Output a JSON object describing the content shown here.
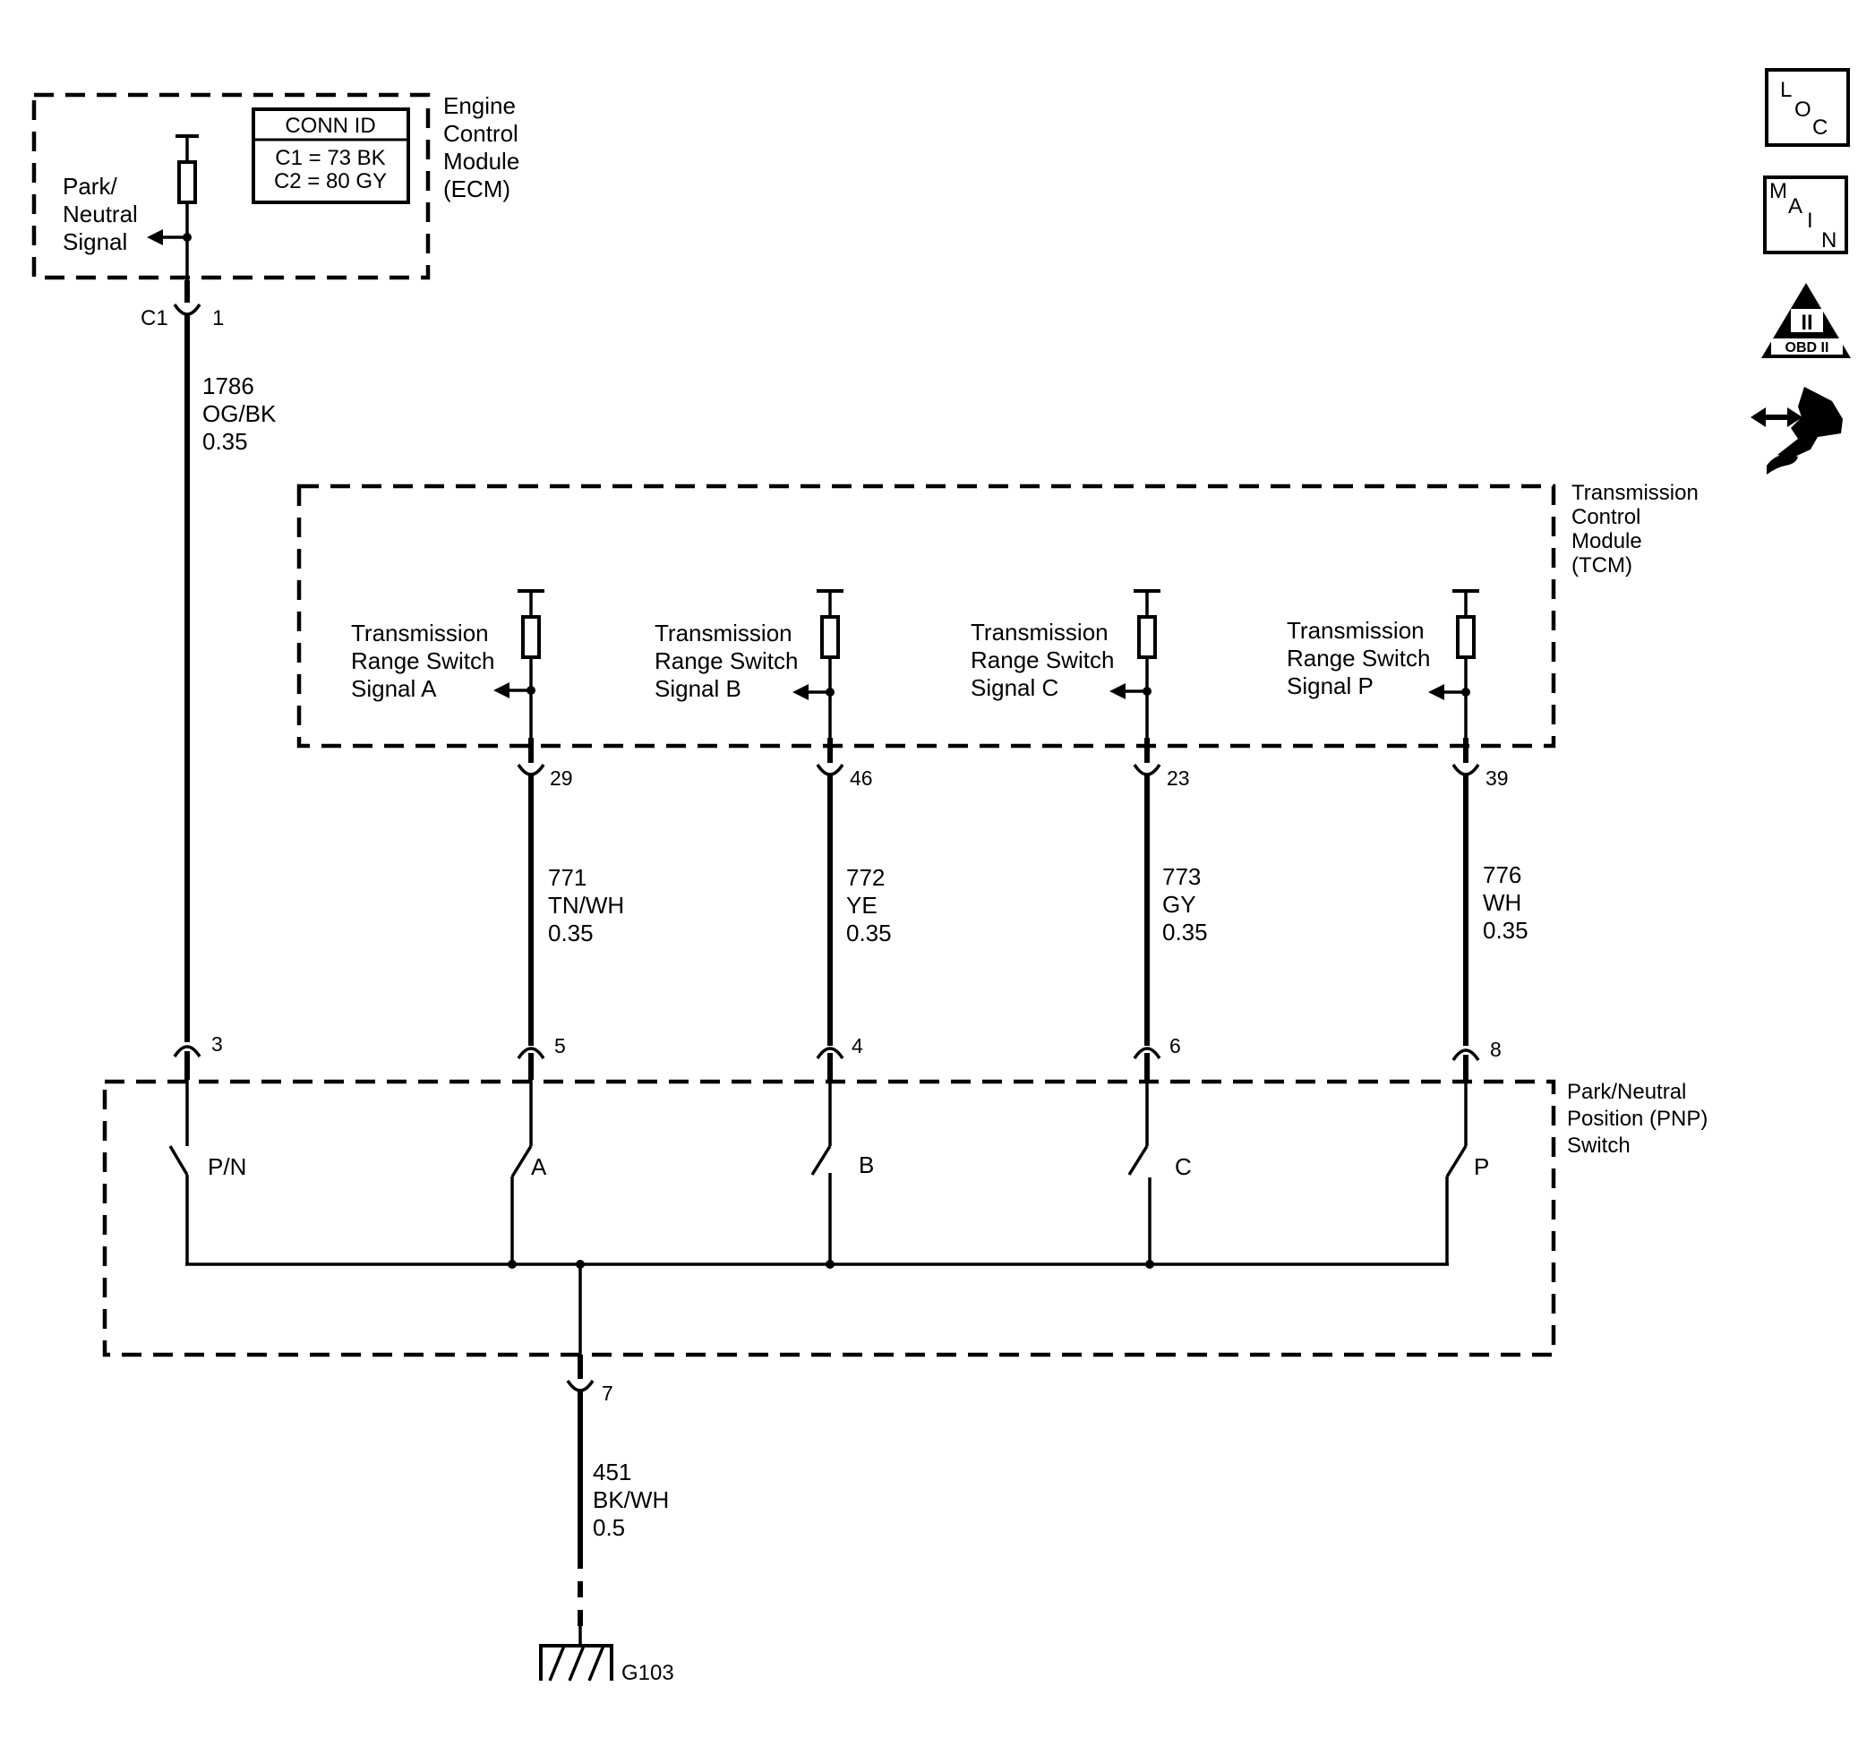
{
  "ecm": {
    "name_lines": [
      "Engine",
      "Control",
      "Module",
      "(ECM)"
    ],
    "conn_id": {
      "header": "CONN ID",
      "lines": [
        "C1 = 73 BK",
        "C2 = 80 GY"
      ]
    },
    "signal_lines": [
      "Park/",
      "Neutral",
      "Signal"
    ],
    "connector": "C1",
    "pin": "1"
  },
  "ecm_wire": {
    "circuit": "1786",
    "color": "OG/BK",
    "gauge": "0.35"
  },
  "tcm": {
    "name_lines": [
      "Transmission",
      "Control",
      "Module",
      "(TCM)"
    ],
    "signals": [
      {
        "lines": [
          "Transmission",
          "Range Switch",
          "Signal A"
        ],
        "pin": "29",
        "circuit": "771",
        "color": "TN/WH",
        "gauge": "0.35"
      },
      {
        "lines": [
          "Transmission",
          "Range Switch",
          "Signal B"
        ],
        "pin": "46",
        "circuit": "772",
        "color": "YE",
        "gauge": "0.35"
      },
      {
        "lines": [
          "Transmission",
          "Range Switch",
          "Signal C"
        ],
        "pin": "23",
        "circuit": "773",
        "color": "GY",
        "gauge": "0.35"
      },
      {
        "lines": [
          "Transmission",
          "Range Switch",
          "Signal P"
        ],
        "pin": "39",
        "circuit": "776",
        "color": "WH",
        "gauge": "0.35"
      }
    ]
  },
  "pnp": {
    "name_lines": [
      "Park/Neutral",
      "Position (PNP)",
      "Switch"
    ],
    "switches": [
      {
        "pin": "3",
        "label": "P/N"
      },
      {
        "pin": "5",
        "label": "A"
      },
      {
        "pin": "4",
        "label": "B"
      },
      {
        "pin": "6",
        "label": "C"
      },
      {
        "pin": "8",
        "label": "P"
      }
    ],
    "ground_pin": "7"
  },
  "ground_wire": {
    "circuit": "451",
    "color": "BK/WH",
    "gauge": "0.5"
  },
  "ground": {
    "label": "G103"
  },
  "icons": {
    "loc": {
      "name": "loc-icon",
      "letters": [
        "L",
        "O",
        "C"
      ]
    },
    "main": {
      "name": "main-icon",
      "letters": [
        "M",
        "A",
        "I",
        "N"
      ]
    },
    "obd": {
      "name": "obd-ii-icon",
      "numeral": "II",
      "text": "OBD II"
    },
    "connector": {
      "name": "connector-end-view-icon"
    }
  }
}
